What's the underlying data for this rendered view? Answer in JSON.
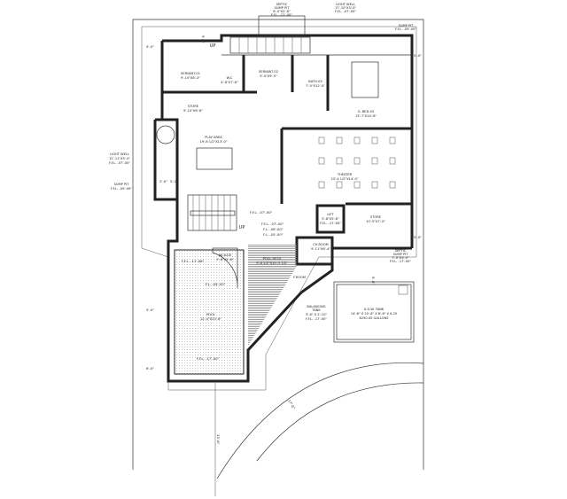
{
  "rooms": {
    "septic_top": [
      "SEPTIC",
      "SUMP PIT",
      "8'-0\"X2'-6\"",
      "F.F.L. -12'-00\""
    ],
    "light_well_top": [
      "LIGHT WELL",
      "17'-10\"X3'-0\"",
      "F.F.L. -07'-00\""
    ],
    "sump_pit_right": [
      "SUMP PIT",
      "F.F.L. -09'-00\""
    ],
    "servant_01": [
      "SERVANT-01",
      "9'-10\"X8'-3\""
    ],
    "wc": [
      "W.C",
      "4'-6\"X7'-6\""
    ],
    "servant_02": [
      "SERVANT-02",
      "9'-0\"X9'-0\""
    ],
    "bath_03": [
      "BATH-03",
      "7'-0\"X12'-0\""
    ],
    "g_bed_03": [
      "G. BED-03",
      "13'-7\"X14'-6\""
    ],
    "store_1": [
      "STORE",
      "9'-10\"X6'-6\""
    ],
    "play_area": [
      "PLAY AREA",
      "19'-6 1/2\"X13'-0\""
    ],
    "light_well_left": [
      "LIGHT WELL",
      "12'-11\"X5'-0\"",
      "F.F.L. -07'-00\""
    ],
    "sump_pit_left": [
      "SUMP PIT",
      "F.F.L. -09'-00\""
    ],
    "theater": [
      "THEATER",
      "23'-4 1/2\"X14'-0\""
    ],
    "lift": [
      "LIFT",
      "5'-8\"X5'-8\"",
      "F.F.L. -17'-00\""
    ],
    "store_2": [
      "STORE",
      "10'-5\"X7'-0\""
    ],
    "ch_room": [
      "CH.ROOM",
      "9'-11\"X6'-4\""
    ],
    "septic_right": [
      "SEPTIC",
      "SUMP PIT",
      "7'-0\"X3'-0\"",
      "F.F.L. -17'-00\""
    ],
    "jacuzzi": [
      "JACUZZI",
      "5'-6\"X5'-6\""
    ],
    "pool_deck": [
      "POOL DECK",
      "9'-8 1/2\"X19'-5 1/2\""
    ],
    "f_room": [
      "F.ROOM"
    ],
    "balancing_tank": [
      "BALANCING",
      "TANK",
      "3'-8\" X 2'-10\"",
      "F.F.L. -17'-00\""
    ],
    "ugw_tank": [
      "U.G.W. TANK",
      "14'-8\" X 10'-8\" X 8'-6\" X 6.25",
      "8250.00 GALLONS"
    ],
    "pool": [
      "POOL",
      "12'-4\"X23'-6\""
    ]
  },
  "levels": {
    "stair_landing": "F.F.L. -07'-00\"",
    "steps": [
      "F.F.L. -07'-00\"",
      "F.L. -06'-00\"",
      "F.L. -05'-00\""
    ],
    "pool_shallow": "F.F.L. -11'-06\"",
    "pool_mid": "F.L. -05'-00\"",
    "pool_deep": "F.F.L. -17'-00\""
  },
  "stairs": {
    "up_top": "UP",
    "up_main": "UP"
  },
  "dimensions": {
    "left_top": "5'-0\"",
    "right_top": "5'-0\"",
    "left_well": "2'-0\"",
    "well_inner": "5'-0\"",
    "right_mid": "5'-0\"",
    "left_pool": "5'-0\"",
    "left_bottom": "6'-0\"",
    "right_tank": "5'-0\"",
    "vertical_top": "5'-0\"",
    "bottom_long": "23'-6\"",
    "curve": "17'-0\""
  }
}
